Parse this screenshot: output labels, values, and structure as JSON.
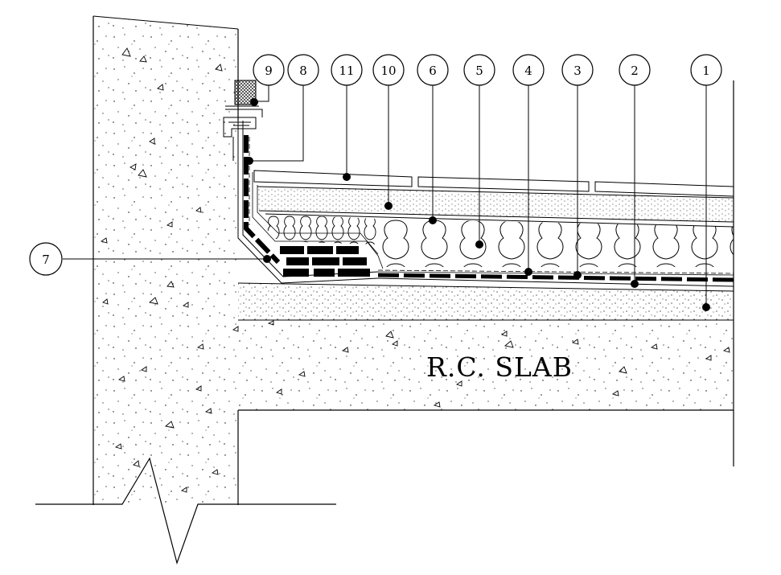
{
  "diagram": {
    "slab_label": "R.C. SLAB",
    "callouts": [
      {
        "label": "9"
      },
      {
        "label": "8"
      },
      {
        "label": "11"
      },
      {
        "label": "10"
      },
      {
        "label": "6"
      },
      {
        "label": "5"
      },
      {
        "label": "4"
      },
      {
        "label": "3"
      },
      {
        "label": "2"
      },
      {
        "label": "1"
      },
      {
        "label": "7"
      }
    ]
  }
}
